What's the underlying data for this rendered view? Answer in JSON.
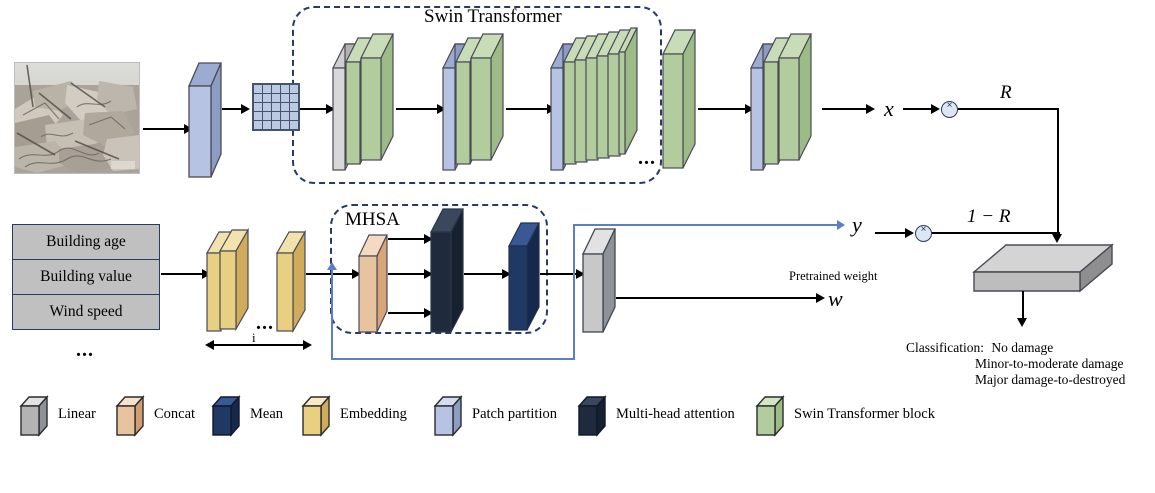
{
  "figure": {
    "swin_title": "Swin Transformer",
    "mhsa_title": "MHSA",
    "symbol_x": "x",
    "symbol_y": "y",
    "symbol_w": "w",
    "label_R": "R",
    "label_1minusR": "1 − R",
    "pretrained_weight": "Pretrained weight",
    "index_label": "i",
    "ellipsis": "...",
    "mul_glyph": "×"
  },
  "inputs": {
    "photo_alt": "damaged-building-rubble-photo",
    "attributes": [
      "Building age",
      "Building value",
      "Wind speed"
    ],
    "attributes_more": "..."
  },
  "output": {
    "classification_prefix": "Classification:",
    "classes": [
      "No damage",
      "Minor-to-moderate damage",
      "Major damage-to-destroyed"
    ]
  },
  "legend": {
    "items": [
      {
        "label": "Linear",
        "color": "#b3b3b3",
        "name": "linear"
      },
      {
        "label": "Concat",
        "color": "#e8c3a0",
        "name": "concat"
      },
      {
        "label": "Mean",
        "color": "#1f3864",
        "name": "mean"
      },
      {
        "label": "Embedding",
        "color": "#e8cf81",
        "name": "embedding"
      },
      {
        "label": "Patch partition",
        "color": "#b7c3e3",
        "name": "patch-partition"
      },
      {
        "label": "Multi-head attention",
        "color": "#1f2b3d",
        "name": "multi-head-attention"
      },
      {
        "label": "Swin Transformer block",
        "color": "#b3cc9e",
        "name": "swin-transformer-block"
      }
    ]
  },
  "colors": {
    "dashed_border": "#2a3a66",
    "blue_path": "#5b7fc7",
    "linear_gray": "#b3b3b3",
    "swin_green": "#b3cc9e",
    "patch_blue": "#b7c3e3",
    "embedding_yellow": "#e8cf81",
    "concat_peach": "#e8c3a0",
    "attention_dark": "#1f2b3d",
    "mean_navy": "#1f3864",
    "slab_output_gray": "#c8c8c8"
  }
}
